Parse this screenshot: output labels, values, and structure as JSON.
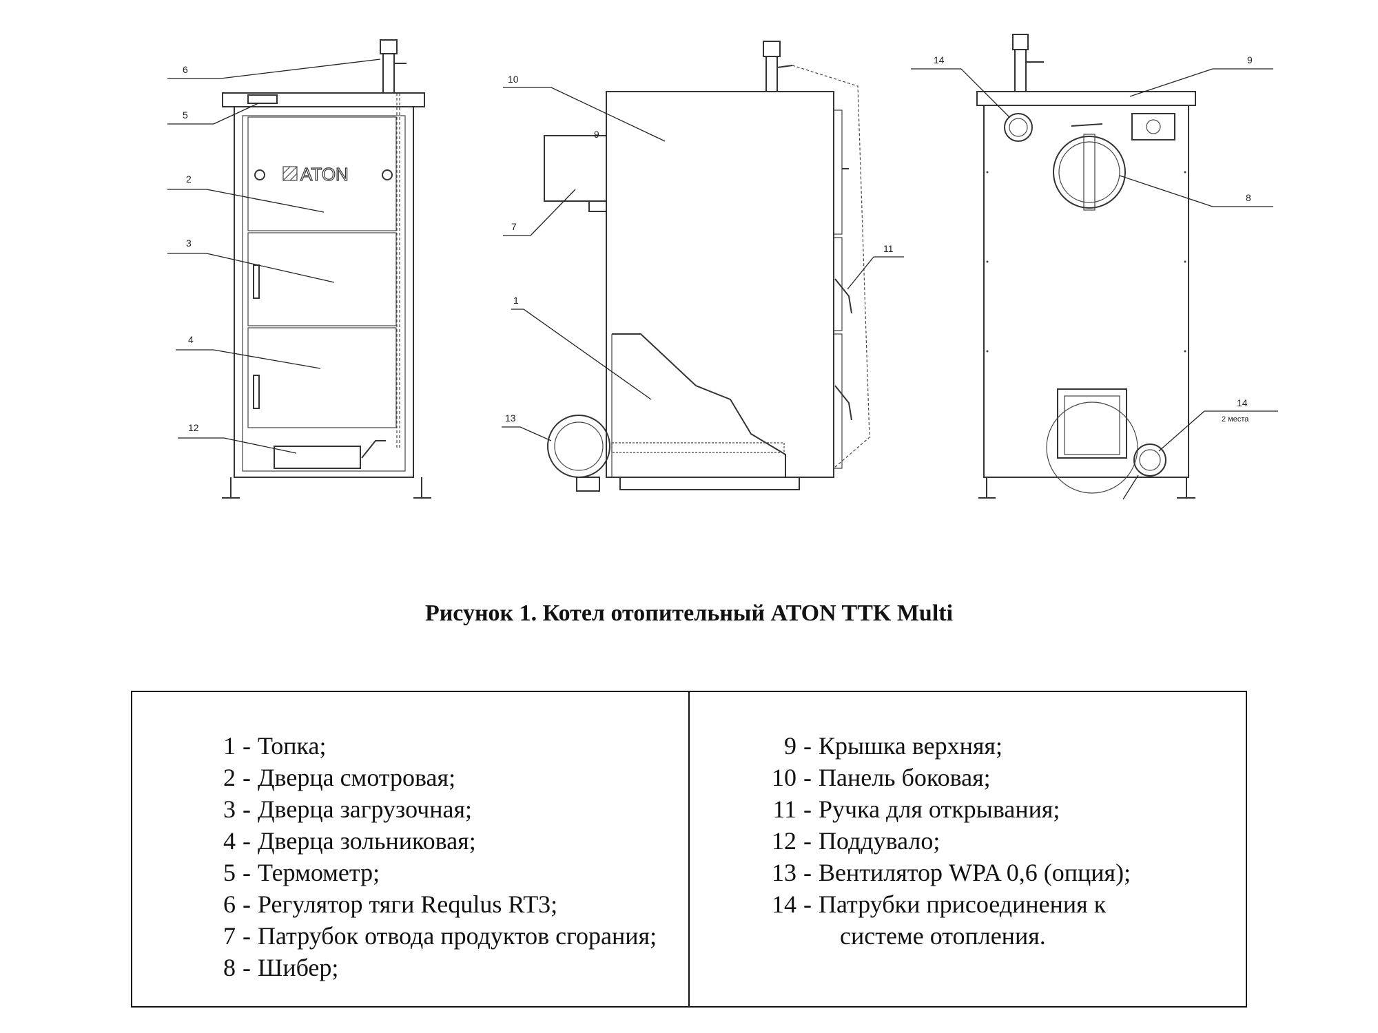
{
  "figure": {
    "brand_logo_text": "ATON",
    "callouts": {
      "front": [
        "6",
        "5",
        "2",
        "3",
        "4",
        "12"
      ],
      "side": [
        "10",
        "9",
        "7",
        "1",
        "13",
        "11"
      ],
      "back": [
        "14",
        "9",
        "8",
        "14"
      ],
      "back_note": "2 места"
    }
  },
  "caption": "Рисунок 1. Котел отопительный ATON TTK Multi",
  "legend": {
    "left": [
      {
        "num": "1",
        "text": "Топка;"
      },
      {
        "num": "2",
        "text": "Дверца смотровая;"
      },
      {
        "num": "3",
        "text": "Дверца загрузочная;"
      },
      {
        "num": "4",
        "text": "Дверца зольниковая;"
      },
      {
        "num": "5",
        "text": "Термометр;"
      },
      {
        "num": "6",
        "text": "Регулятор тяги Requlus RT3;"
      },
      {
        "num": "7",
        "text": "Патрубок отвода продуктов сгорания;"
      },
      {
        "num": "8",
        "text": "Шибер;"
      }
    ],
    "right": [
      {
        "num": "9",
        "text": "Крышка верхняя;"
      },
      {
        "num": "10",
        "text": "Панель боковая;"
      },
      {
        "num": "11",
        "text": "Ручка для открывания;"
      },
      {
        "num": "12",
        "text": "Поддувало;"
      },
      {
        "num": "13",
        "text": "Вентилятор WPA 0,6 (опция);"
      },
      {
        "num": "14",
        "text": "Патрубки присоединения к"
      }
    ],
    "right_continuation": "системе отопления."
  }
}
